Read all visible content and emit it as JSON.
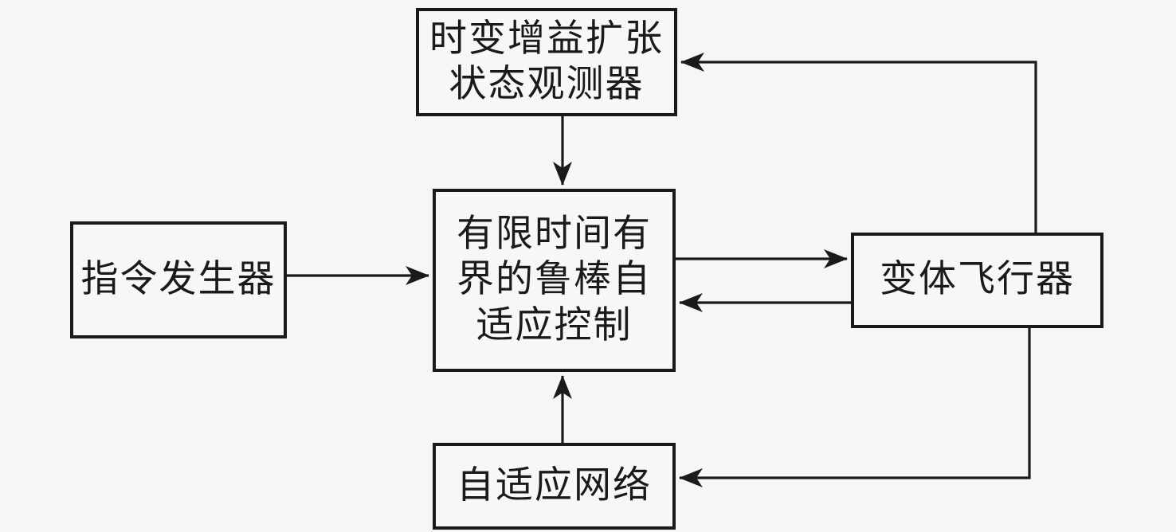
{
  "diagram": {
    "type": "block-diagram",
    "colors": {
      "background": "#f6f6f6",
      "line": "#1a1a1a",
      "box_border": "#1a1a1a",
      "box_fill": "#f7f7f7",
      "text": "#1a1a1a"
    },
    "nodes": {
      "observer": {
        "lines": [
          "时变增益扩张",
          "状态观测器"
        ]
      },
      "command": {
        "lines": [
          "指令发生器"
        ]
      },
      "controller": {
        "lines": [
          "有限时间有",
          "界的鲁棒自",
          "适应控制"
        ]
      },
      "aircraft": {
        "lines": [
          "变体飞行器"
        ]
      },
      "network": {
        "lines": [
          "自适应网络"
        ]
      }
    },
    "edges": [
      {
        "from": "command",
        "to": "controller",
        "style": "arrow"
      },
      {
        "from": "observer",
        "to": "controller",
        "style": "arrow"
      },
      {
        "from": "controller",
        "to": "aircraft",
        "style": "arrow"
      },
      {
        "from": "aircraft",
        "to": "controller",
        "style": "arrow"
      },
      {
        "from": "aircraft",
        "to": "observer",
        "style": "arrow-elbow-top-right"
      },
      {
        "from": "aircraft",
        "to": "network",
        "style": "arrow-elbow-bottom-right"
      },
      {
        "from": "network",
        "to": "controller",
        "style": "arrow"
      }
    ]
  }
}
